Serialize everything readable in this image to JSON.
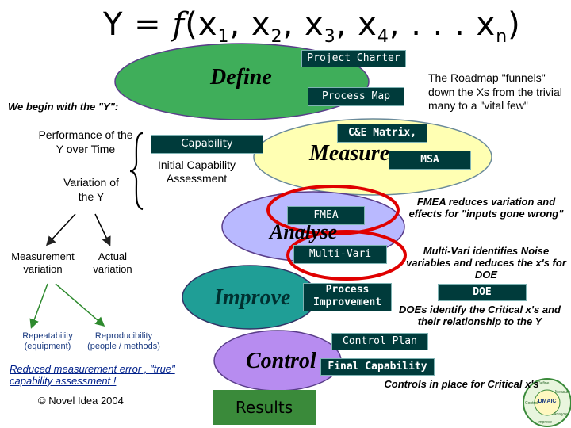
{
  "title": {
    "y": "Y",
    "eq": "=",
    "f": "f",
    "args": [
      "x",
      "1",
      ", x",
      "2",
      ", x",
      "3",
      ", x",
      "4",
      ", . . . x",
      "n",
      ")"
    ]
  },
  "phases": {
    "define": "Define",
    "measure": "Measure",
    "analyse": "Analyse",
    "improve": "Improve",
    "control": "Control"
  },
  "tags": {
    "project_charter": "Project Charter",
    "process_map": "Process Map",
    "ce_matrix": "C&E Matrix,",
    "msa": "MSA",
    "fmea": "FMEA",
    "multi_vari": "Multi-Vari",
    "process_improvement": "Process Improvement",
    "doe": "DOE",
    "control_plan": "Control Plan",
    "final_capability": "Final Capability",
    "capability": "Capability",
    "results": "Results"
  },
  "left": {
    "intro": "We begin with the \"Y\":",
    "performance": "Performance of the Y over Time",
    "variation": "Variation of the Y",
    "initial_capability": "Initial Capability Assessment",
    "measurement_variation": "Measurement variation",
    "actual_variation": "Actual variation",
    "repeatability": "Repeatability",
    "repeatability_sub": "(equipment)",
    "reproducibility": "Reproducibility",
    "reproducibility_sub": "(people / methods)",
    "reduced_error": "Reduced measurement error , \"true\" capability assessment !",
    "copyright": "© Novel Idea 2004"
  },
  "notes": {
    "roadmap": "The Roadmap \"funnels\" down the Xs from the trivial many to a \"vital few\"",
    "fmea": "FMEA reduces variation and effects for \"inputs gone wrong\"",
    "multivari": "Multi-Vari identifies Noise variables and reduces the x's for DOE",
    "doe": "DOEs identify the Critical x's and their relationship to the Y",
    "controls": "Controls in place for Critical x's"
  },
  "logo": {
    "center": "DMAIC",
    "ring": [
      "Define",
      "Measure",
      "Analyse",
      "Improve",
      "Control"
    ]
  },
  "colors": {
    "define": "#3fae5a",
    "measure": "#ffffb3",
    "analyse": "#b9b9ff",
    "improve": "#1f9e96",
    "control": "#b78cf0",
    "results": "#3a8a3a",
    "tag_bg": "#003b3b",
    "highlight": "#e00000",
    "arrow": "#2e8a2e"
  }
}
